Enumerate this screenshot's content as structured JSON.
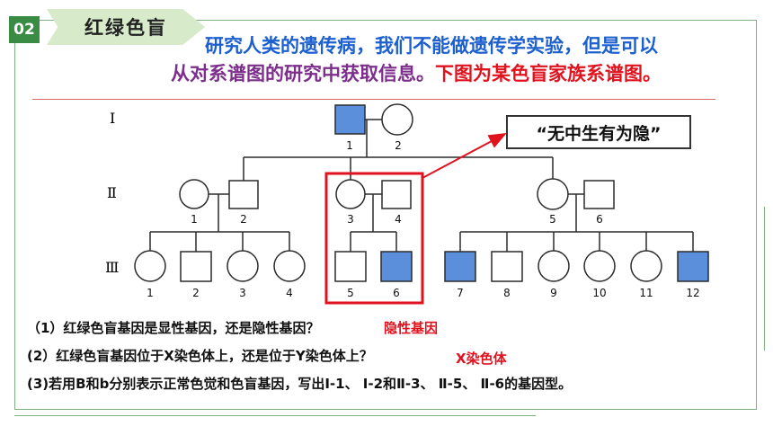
{
  "header": {
    "section_number": "02",
    "section_title": "红绿色盲"
  },
  "intro": {
    "line1": "研究人类的遗传病，我们不能做遗传学实验，但是可以",
    "line2_purple": "从对系谱图的研究中获取信息。",
    "line2_red": "下图为某色盲家族系谱图。"
  },
  "pedigree": {
    "generation_labels": [
      "Ⅰ",
      "Ⅱ",
      "Ⅲ"
    ],
    "gen1_numbers": [
      "1",
      "2"
    ],
    "gen2_numbers": [
      "1",
      "2",
      "3",
      "4",
      "5",
      "6"
    ],
    "gen3_numbers": [
      "1",
      "2",
      "3",
      "4",
      "5",
      "6",
      "7",
      "8",
      "9",
      "10",
      "11",
      "12"
    ],
    "affected_fill": "#5b8fdc",
    "highlight_color": "#e0121e"
  },
  "callout": {
    "text": "“无中生有为隐”"
  },
  "questions": [
    {
      "q": "（1）红绿色盲基因是显性基因，还是隐性基因？",
      "a": "隐性基因"
    },
    {
      "q": "(2）红绿色盲基因位于X染色体上，还是位于Y染色体上？",
      "a": "X染色体"
    },
    {
      "q": "(3)若用B和b分别表示正常色觉和色盲基因，写出Ⅰ-1、 Ⅰ-2和Ⅱ-3、 Ⅱ-5、 Ⅱ-6的基因型。",
      "a": ""
    }
  ]
}
